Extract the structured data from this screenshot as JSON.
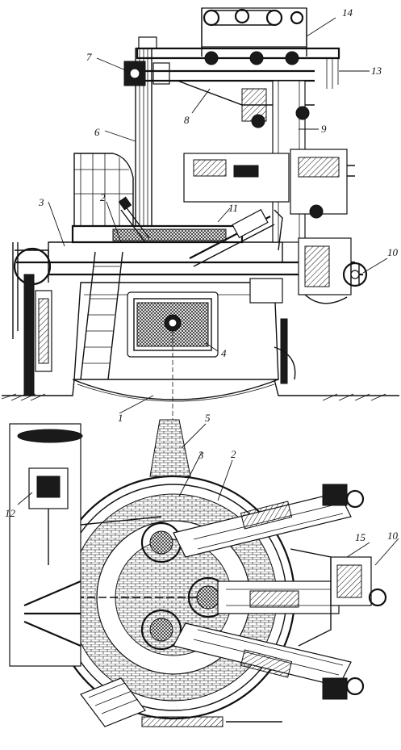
{
  "figure": {
    "callouts": [
      {
        "id": "c1",
        "text": "1"
      },
      {
        "id": "c2a",
        "text": "2"
      },
      {
        "id": "c2b",
        "text": "2"
      },
      {
        "id": "c3a",
        "text": "3"
      },
      {
        "id": "c3b",
        "text": "3"
      },
      {
        "id": "c4",
        "text": "4"
      },
      {
        "id": "c5",
        "text": "5"
      },
      {
        "id": "c6",
        "text": "6"
      },
      {
        "id": "c7",
        "text": "7"
      },
      {
        "id": "c8",
        "text": "8"
      },
      {
        "id": "c9",
        "text": "9"
      },
      {
        "id": "c10a",
        "text": "10"
      },
      {
        "id": "c10b",
        "text": "10"
      },
      {
        "id": "c11",
        "text": "11"
      },
      {
        "id": "c12",
        "text": "12"
      },
      {
        "id": "c13",
        "text": "13"
      },
      {
        "id": "c14",
        "text": "14"
      },
      {
        "id": "c15",
        "text": "15"
      }
    ]
  }
}
